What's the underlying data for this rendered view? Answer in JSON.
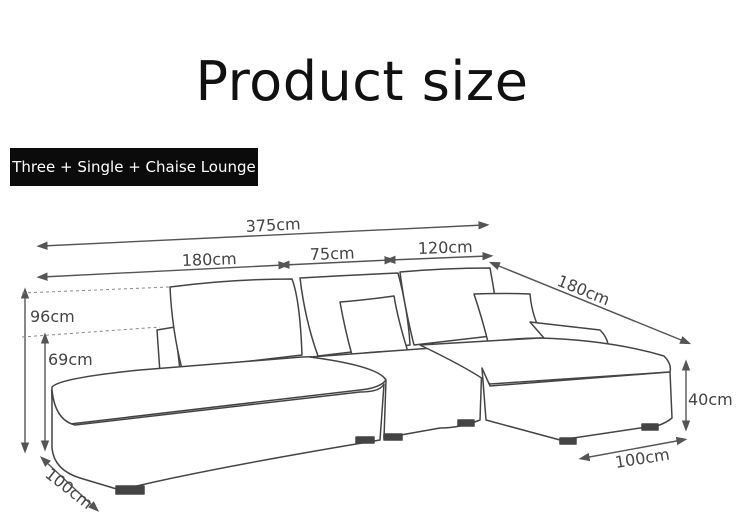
{
  "title": "Product size",
  "variant_label": "Three + Single + Chaise Lounge",
  "dimensions": {
    "total_length": "375cm",
    "three_seat_length": "180cm",
    "single_length": "75cm",
    "chaise_width": "120cm",
    "chaise_length": "180cm",
    "back_height": "96cm",
    "arm_height": "69cm",
    "seat_height": "40cm",
    "depth_front": "100cm",
    "depth_chaise": "100cm"
  }
}
